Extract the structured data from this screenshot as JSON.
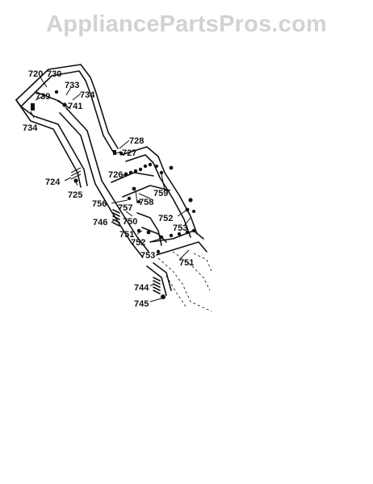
{
  "watermark": "AppliancePartsPros.com",
  "callouts": [
    {
      "id": "c720",
      "text": "720"
    },
    {
      "id": "c730",
      "text": "730"
    },
    {
      "id": "c733",
      "text": "733"
    },
    {
      "id": "c739",
      "text": "739"
    },
    {
      "id": "c734a",
      "text": "734"
    },
    {
      "id": "c741",
      "text": "741"
    },
    {
      "id": "c734b",
      "text": "734"
    },
    {
      "id": "c728",
      "text": "728"
    },
    {
      "id": "c727",
      "text": "727"
    },
    {
      "id": "c726",
      "text": "726"
    },
    {
      "id": "c724",
      "text": "724"
    },
    {
      "id": "c725",
      "text": "725"
    },
    {
      "id": "c759",
      "text": "759"
    },
    {
      "id": "c756",
      "text": "756"
    },
    {
      "id": "c757",
      "text": "757"
    },
    {
      "id": "c758",
      "text": "758"
    },
    {
      "id": "c746",
      "text": "746"
    },
    {
      "id": "c750",
      "text": "750"
    },
    {
      "id": "c752a",
      "text": "752"
    },
    {
      "id": "c753a",
      "text": "753"
    },
    {
      "id": "c751a",
      "text": "751"
    },
    {
      "id": "c752b",
      "text": "752"
    },
    {
      "id": "c753b",
      "text": "753"
    },
    {
      "id": "c751b",
      "text": "751"
    },
    {
      "id": "c744",
      "text": "744"
    },
    {
      "id": "c745",
      "text": "745"
    }
  ]
}
